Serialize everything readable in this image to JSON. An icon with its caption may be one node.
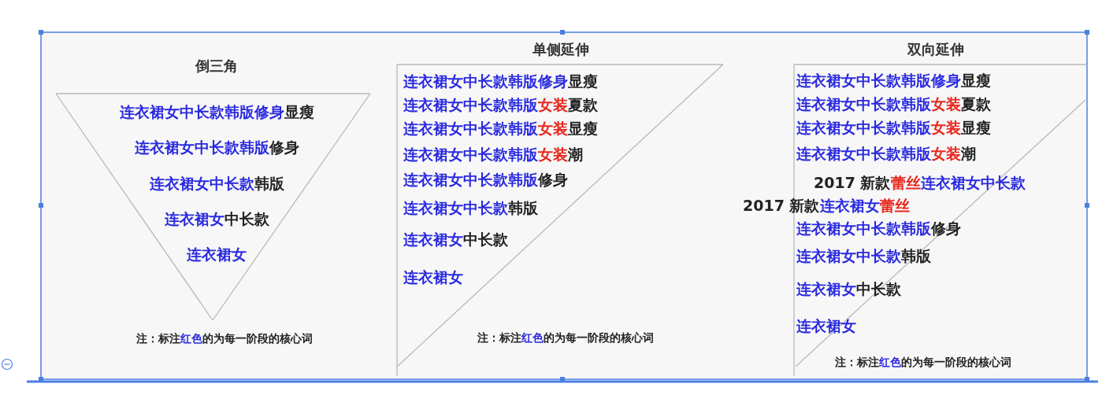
{
  "diagram": {
    "nodes": [
      {
        "text": [
          "倒三角",
          "连衣裙女中长款韩版修身显瘦",
          "连衣裙女中长款韩版修身",
          "连衣裙女中长款韩版",
          "连衣裙女中长款",
          "连衣裙女",
          "注：标注红色的为每一阶段的核心词"
        ]
      },
      {
        "text": [
          "单侧延伸",
          "连衣裙女中长款韩版修身显瘦",
          "连衣裙女中长款韩版女装夏款",
          "连衣裙女中长款韩版女装显瘦",
          "连衣裙女中长款韩版女装潮",
          "连衣裙女中长款韩版修身",
          "连衣裙女中长款韩版",
          "连衣裙女中长款",
          "连衣裙女",
          "注：标注红色的为每一阶段的核心词"
        ]
      },
      {
        "text": [
          "双向延伸",
          "连衣裙女中长款韩版修身显瘦",
          "连衣裙女中长款韩版女装夏款",
          "连衣裙女中长款韩版女装显瘦",
          "连衣裙女中长款韩版女装潮",
          "2017 新款蕾丝连衣裙女中长款",
          "2017 新款连衣裙女蕾丝",
          "连衣裙女中长款韩版修身",
          "连衣裙女中长款韩版",
          "连衣裙女中长款",
          "连衣裙女",
          "注：标注红色的为每一阶段的核心词"
        ]
      }
    ]
  }
}
